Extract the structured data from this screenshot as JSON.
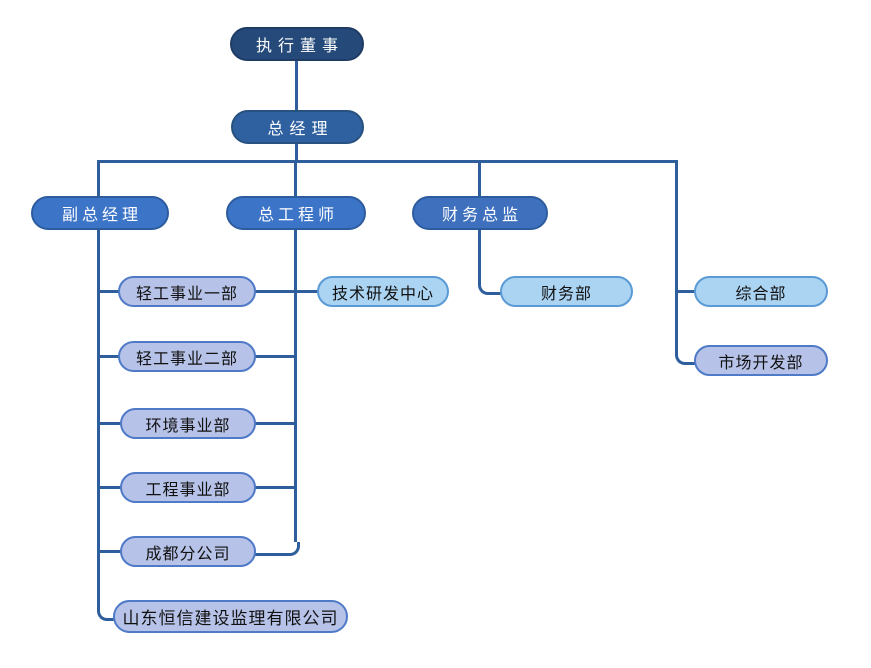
{
  "chart_type": "org-chart",
  "colors": {
    "level1_fill": "#254a7a",
    "level2_fill": "#2f609f",
    "level3_fill": "#3c74c8",
    "level3_finance_fill": "#3e70be",
    "dept_lavender_fill": "#b6c2e7",
    "dept_lavender_border": "#4f7ac7",
    "dept_skyblue_fill": "#abd3f2",
    "dept_skyblue_border": "#5b9bd5",
    "connector": "#2e5e9c",
    "text_dark": "#111111",
    "text_light": "#ffffff",
    "background": "#ffffff"
  },
  "nodes": {
    "executive_director": {
      "label": "执行董事"
    },
    "general_manager": {
      "label": "总经理"
    },
    "deputy_general_manager": {
      "label": "副总经理"
    },
    "chief_engineer": {
      "label": "总工程师"
    },
    "finance_director": {
      "label": "财务总监"
    },
    "light_industry_div1": {
      "label": "轻工事业一部"
    },
    "light_industry_div2": {
      "label": "轻工事业二部"
    },
    "environment_div": {
      "label": "环境事业部"
    },
    "engineering_div": {
      "label": "工程事业部"
    },
    "chengdu_branch": {
      "label": "成都分公司"
    },
    "shandong_hengxin": {
      "label": "山东恒信建设监理有限公司"
    },
    "tech_rd_center": {
      "label": "技术研发中心"
    },
    "finance_dept": {
      "label": "财务部"
    },
    "general_dept": {
      "label": "综合部"
    },
    "market_dev_dept": {
      "label": "市场开发部"
    }
  },
  "edges": [
    [
      "executive_director",
      "general_manager"
    ],
    [
      "general_manager",
      "deputy_general_manager"
    ],
    [
      "general_manager",
      "chief_engineer"
    ],
    [
      "general_manager",
      "finance_director"
    ],
    [
      "general_manager",
      "general_dept"
    ],
    [
      "general_manager",
      "market_dev_dept"
    ],
    [
      "deputy_general_manager",
      "light_industry_div1"
    ],
    [
      "deputy_general_manager",
      "light_industry_div2"
    ],
    [
      "deputy_general_manager",
      "environment_div"
    ],
    [
      "deputy_general_manager",
      "engineering_div"
    ],
    [
      "deputy_general_manager",
      "chengdu_branch"
    ],
    [
      "deputy_general_manager",
      "shandong_hengxin"
    ],
    [
      "chief_engineer",
      "tech_rd_center"
    ],
    [
      "chief_engineer",
      "light_industry_div1"
    ],
    [
      "chief_engineer",
      "light_industry_div2"
    ],
    [
      "chief_engineer",
      "environment_div"
    ],
    [
      "chief_engineer",
      "engineering_div"
    ],
    [
      "chief_engineer",
      "chengdu_branch"
    ],
    [
      "finance_director",
      "finance_dept"
    ]
  ]
}
